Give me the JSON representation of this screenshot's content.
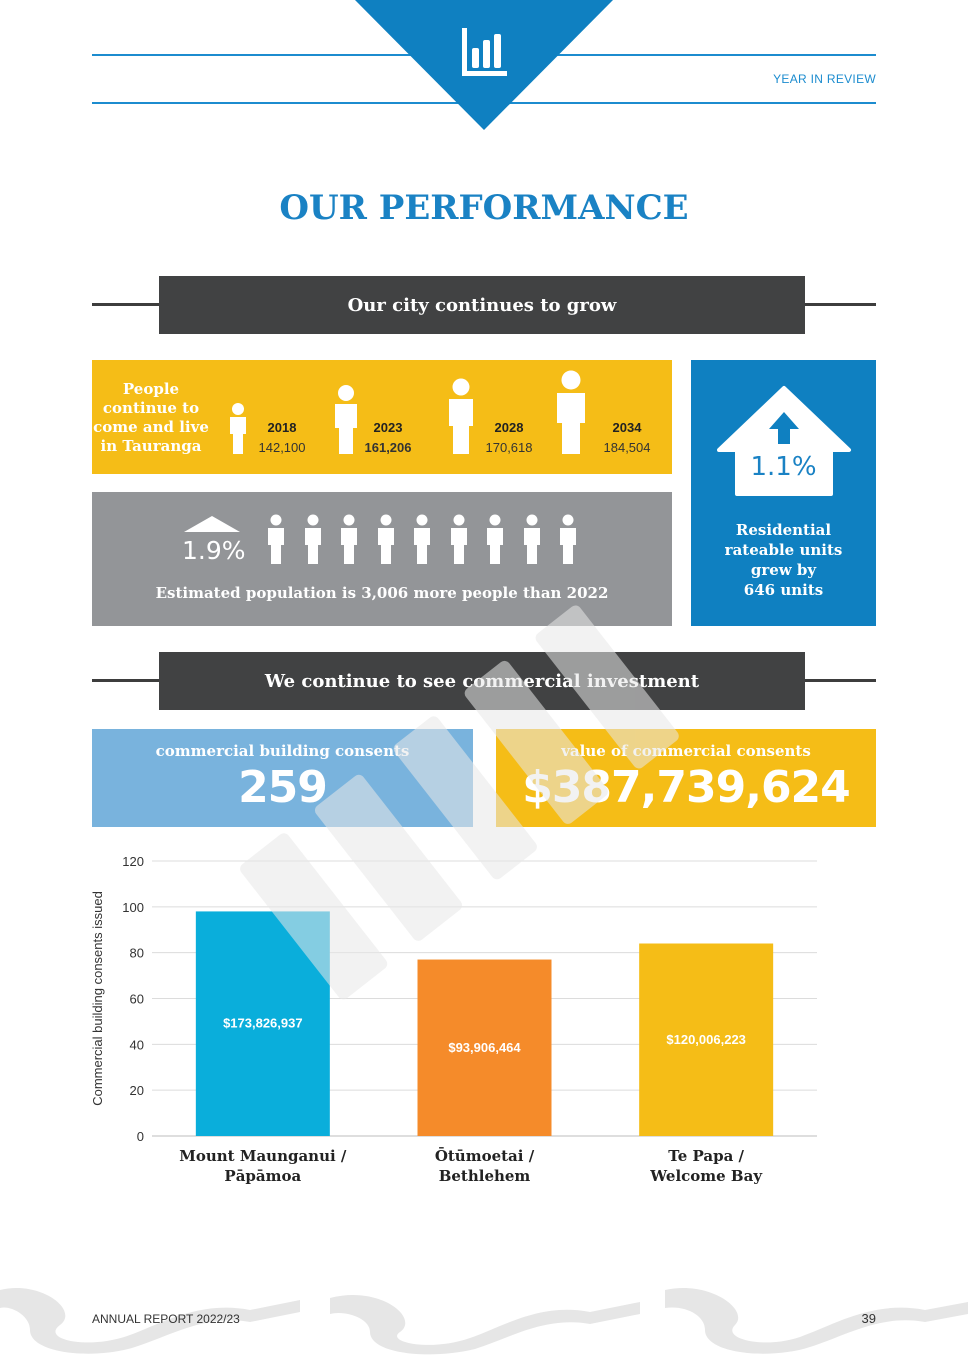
{
  "header": {
    "section_label": "YEAR IN REVIEW",
    "icon": "bar-chart-icon"
  },
  "page_title": "OUR PERFORMANCE",
  "growth_section": {
    "banner": "Our city continues to grow",
    "population": {
      "intro": "People continue to come and live in Tauranga",
      "years": [
        {
          "year": "2018",
          "value": "142,100",
          "bold": false
        },
        {
          "year": "2023",
          "value": "161,206",
          "bold": true
        },
        {
          "year": "2028",
          "value": "170,618",
          "bold": false
        },
        {
          "year": "2034",
          "value": "184,504",
          "bold": false
        }
      ]
    },
    "growth": {
      "percent": "1.9%",
      "caption": "Estimated population is 3,006 more people than 2022"
    },
    "residential": {
      "percent": "1.1%",
      "caption_lines": [
        "Residential",
        "rateable units",
        "grew by",
        "646 units"
      ]
    }
  },
  "commercial_section": {
    "banner": "We continue to see commercial investment",
    "consents": {
      "label": "commercial building consents",
      "value": "259"
    },
    "value": {
      "label": "value of commercial consents",
      "value": "$387,739,624"
    }
  },
  "chart_data": {
    "type": "bar",
    "ylabel": "Commercial building consents issued",
    "ylim": [
      0,
      120
    ],
    "yticks": [
      0,
      20,
      40,
      60,
      80,
      100,
      120
    ],
    "grid": true,
    "categories": [
      [
        "Mount Maunganui /",
        "Pāpāmoa"
      ],
      [
        "Ōtūmoetai /",
        "Bethlehem"
      ],
      [
        "Te Papa /",
        "Welcome Bay"
      ]
    ],
    "values": [
      98,
      77,
      84
    ],
    "data_labels": [
      "$173,826,937",
      "$93,906,464",
      "$120,006,223"
    ],
    "colors": [
      "#0aaedb",
      "#f58b2a",
      "#f5bd17"
    ]
  },
  "footer": {
    "report": "ANNUAL REPORT 2022/23",
    "page_number": "39"
  },
  "colors": {
    "accent_blue": "#1a82c4",
    "yellow": "#f5bd17",
    "dark_banner": "#414243",
    "grey_panel": "#939598",
    "light_blue": "#79b3dd"
  }
}
